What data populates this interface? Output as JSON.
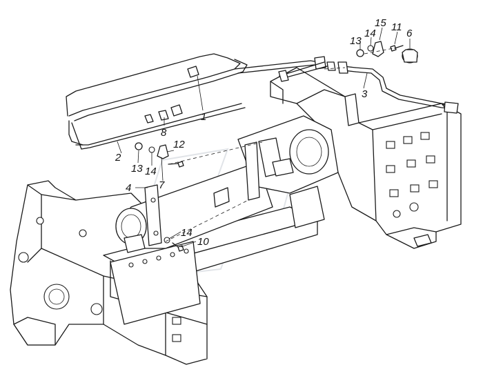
{
  "callouts": [
    {
      "id": "c1",
      "text": "1"
    },
    {
      "id": "c2",
      "text": "2"
    },
    {
      "id": "c3",
      "text": "3"
    },
    {
      "id": "c4",
      "text": "4"
    },
    {
      "id": "c6",
      "text": "6"
    },
    {
      "id": "c7",
      "text": "7"
    },
    {
      "id": "c8",
      "text": "8"
    },
    {
      "id": "c10",
      "text": "10"
    },
    {
      "id": "c11",
      "text": "11"
    },
    {
      "id": "c12",
      "text": "12"
    },
    {
      "id": "c13a",
      "text": "13"
    },
    {
      "id": "c13b",
      "text": "13"
    },
    {
      "id": "c14a",
      "text": "14"
    },
    {
      "id": "c14b",
      "text": "14"
    },
    {
      "id": "c14c",
      "text": "14"
    },
    {
      "id": "c15",
      "text": "15"
    }
  ]
}
